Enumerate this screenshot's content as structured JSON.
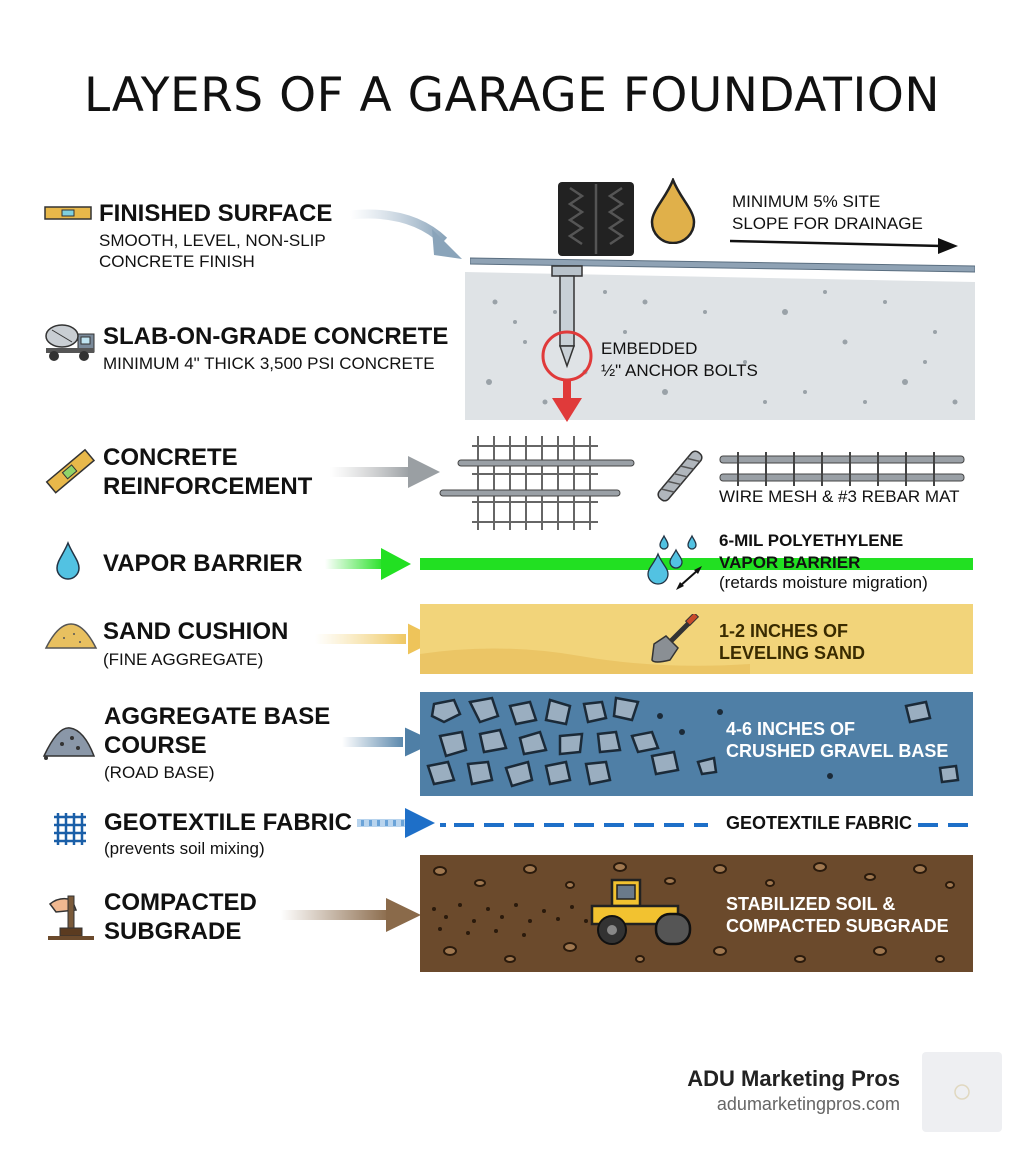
{
  "title": "LAYERS OF A GARAGE FOUNDATION",
  "layers": [
    {
      "name": "FINISHED SURFACE",
      "sub": "SMOOTH, LEVEL, NON-SLIP\nCONCRETE FINISH",
      "icon": "level-icon"
    },
    {
      "name": "SLAB-ON-GRADE CONCRETE",
      "sub": "MINIMUM 4\" THICK 3,500 PSI CONCRETE",
      "icon": "concrete-mixer-icon"
    },
    {
      "name": "CONCRETE\nREINFORCEMENT",
      "sub": "",
      "icon": "spirit-level-icon"
    },
    {
      "name": "VAPOR BARRIER",
      "sub": "",
      "icon": "water-drop-icon"
    },
    {
      "name": "SAND CUSHION",
      "sub": "(FINE AGGREGATE)",
      "icon": "sand-pile-icon"
    },
    {
      "name": "AGGREGATE BASE\nCOURSE",
      "sub": "(ROAD BASE)",
      "icon": "gravel-pile-icon"
    },
    {
      "name": "GEOTEXTILE FABRIC",
      "sub": "(prevents soil mixing)",
      "icon": "fabric-grid-icon"
    },
    {
      "name": "COMPACTED\nSUBGRADE",
      "sub": "",
      "icon": "hand-tamper-icon"
    }
  ],
  "annotations": {
    "slope": "MINIMUM 5% SITE\nSLOPE FOR DRAINAGE",
    "anchor": "EMBEDDED\n½\" ANCHOR BOLTS",
    "mesh": "WIRE MESH & #3 REBAR MAT",
    "vapor_title": "6-MIL POLYETHYLENE\nVAPOR BARRIER",
    "vapor_note": "(retards moisture migration)",
    "sand": "1-2 INCHES OF\nLEVELING SAND",
    "gravel": "4-6 INCHES OF\nCRUSHED GRAVEL BASE",
    "geotextile": "GEOTEXTILE FABRIC",
    "soil": "STABILIZED SOIL &\nCOMPACTED SUBGRADE"
  },
  "brand": {
    "name": "ADU Marketing Pros",
    "url": "adumarketingpros.com"
  },
  "colors": {
    "concrete": "#dfe3e6",
    "vapor": "#22e022",
    "sand": "#f2d47a",
    "gravel": "#4f7fa6",
    "geotextile": "#1e6fc8",
    "soil": "#6b4a2c"
  }
}
